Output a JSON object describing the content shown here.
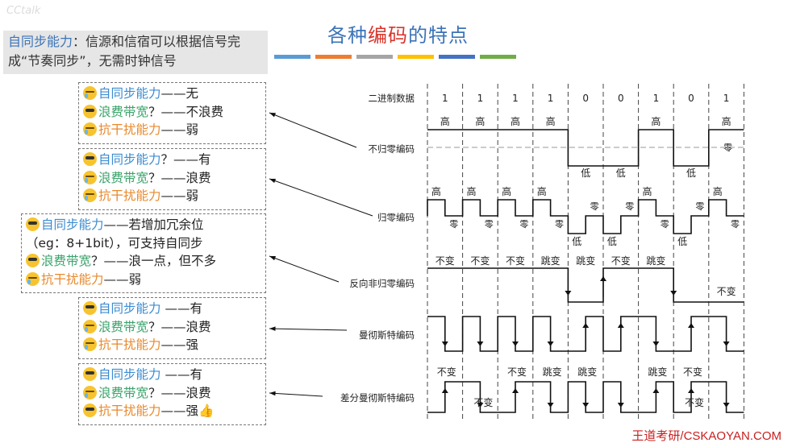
{
  "watermark": "CCtalk",
  "title": {
    "part1": "各种",
    "part2": "编码",
    "part3": "的特点"
  },
  "colors": [
    "#5b9bd5",
    "#ed7d31",
    "#a5a5a5",
    "#ffc000",
    "#4472c4",
    "#70ad47"
  ],
  "intro": {
    "lead": "自同步能力",
    "text": "：信源和信宿可以根据信号完成“节奏同步”，无需时钟信号"
  },
  "boxes": [
    {
      "lines": [
        {
          "emoji": "cry",
          "key": "自同步能力",
          "kc": "k1",
          "rest": "——无"
        },
        {
          "emoji": "cool",
          "key": "浪费带宽",
          "kc": "k2",
          "rest": "？——不浪费"
        },
        {
          "emoji": "cry",
          "key": "抗干扰能力",
          "kc": "k3",
          "rest": "——弱"
        }
      ]
    },
    {
      "lines": [
        {
          "emoji": "cool",
          "key": "自同步能力",
          "kc": "k1",
          "rest": "？——有"
        },
        {
          "emoji": "cry",
          "key": "浪费带宽",
          "kc": "k2",
          "rest": "？——浪费"
        },
        {
          "emoji": "cry",
          "key": "抗干扰能力",
          "kc": "k3",
          "rest": "——弱"
        }
      ]
    },
    {
      "lines": [
        {
          "emoji": "cool",
          "key": "自同步能力",
          "kc": "k1",
          "rest": "——若增加冗余位"
        },
        {
          "emoji": "",
          "key": "",
          "kc": "",
          "rest": "（eg：8+1bit），可支持自同步"
        },
        {
          "emoji": "cool",
          "key": "浪费带宽",
          "kc": "k2",
          "rest": "？——浪一点，但不多"
        },
        {
          "emoji": "cry",
          "key": "抗干扰能力",
          "kc": "k3",
          "rest": "——弱"
        }
      ]
    },
    {
      "lines": [
        {
          "emoji": "cool",
          "key": "自同步能力",
          "kc": "k1",
          "rest": " ——有"
        },
        {
          "emoji": "cry",
          "key": "浪费带宽",
          "kc": "k2",
          "rest": "？——浪费"
        },
        {
          "emoji": "cry",
          "key": "抗干扰能力",
          "kc": "k3",
          "rest": "——强"
        }
      ]
    },
    {
      "lines": [
        {
          "emoji": "cool",
          "key": "自同步能力",
          "kc": "k1",
          "rest": " ——有"
        },
        {
          "emoji": "cry",
          "key": "浪费带宽",
          "kc": "k2",
          "rest": "？——浪费"
        },
        {
          "emoji": "cool",
          "key": "抗干扰能力",
          "kc": "k3",
          "rest": "——强👍"
        }
      ]
    }
  ],
  "row_labels": {
    "binary": "二进制数据",
    "nrz": "不归零编码",
    "rz": "归零编码",
    "nrzi": "反向非归零编码",
    "manchester": "曼彻斯特编码",
    "diff_manchester": "差分曼彻斯特编码"
  },
  "bits": [
    "1",
    "1",
    "1",
    "1",
    "0",
    "0",
    "1",
    "0",
    "1"
  ],
  "words": {
    "high": "高",
    "low": "低",
    "zero": "零",
    "nochange": "不变",
    "jump": "跳变"
  },
  "nrzi_labels": [
    "不变",
    "不变",
    "不变",
    "跳变",
    "跳变",
    "不变",
    "跳变",
    "",
    "不变"
  ],
  "diff_labels": [
    "不变",
    "",
    "不变",
    "跳变",
    "跳变",
    "",
    "跳变",
    "不变",
    ""
  ],
  "footer": "王道考研/CSKAOYAN.COM"
}
